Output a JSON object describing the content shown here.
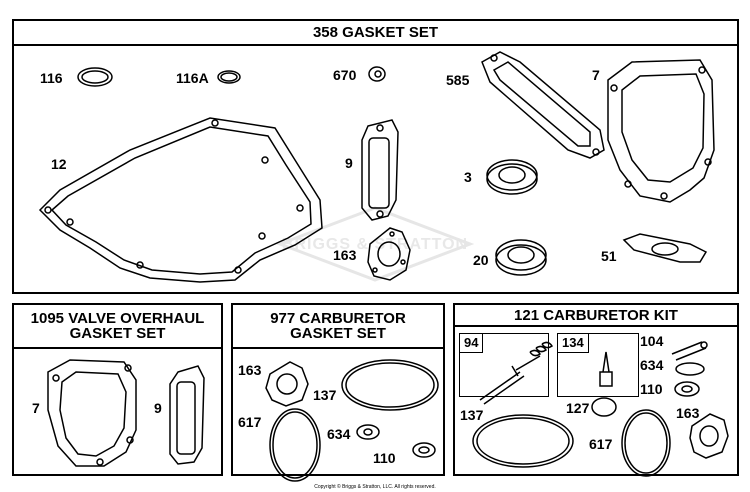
{
  "sections": {
    "gasket_set": {
      "title": "358 GASKET SET"
    },
    "valve": {
      "title_line1": "1095 VALVE OVERHAUL",
      "title_line2": "GASKET SET"
    },
    "carb_gasket": {
      "title_line1": "977 CARBURETOR",
      "title_line2": "GASKET SET"
    },
    "carb_kit": {
      "title": "121 CARBURETOR KIT"
    }
  },
  "labels": {
    "main": [
      "116",
      "116A",
      "670",
      "585",
      "7",
      "12",
      "9",
      "3",
      "163",
      "20",
      "51"
    ],
    "valve": [
      "7",
      "9"
    ],
    "carb_gasket": [
      "163",
      "137",
      "617",
      "634",
      "110"
    ],
    "carb_kit": [
      "94",
      "134",
      "104",
      "634",
      "110",
      "127",
      "137",
      "617",
      "163"
    ]
  },
  "watermark": "BRIGGS & STRATTON",
  "copyright": "Copyright © Briggs & Stratton, LLC. All rights reserved."
}
